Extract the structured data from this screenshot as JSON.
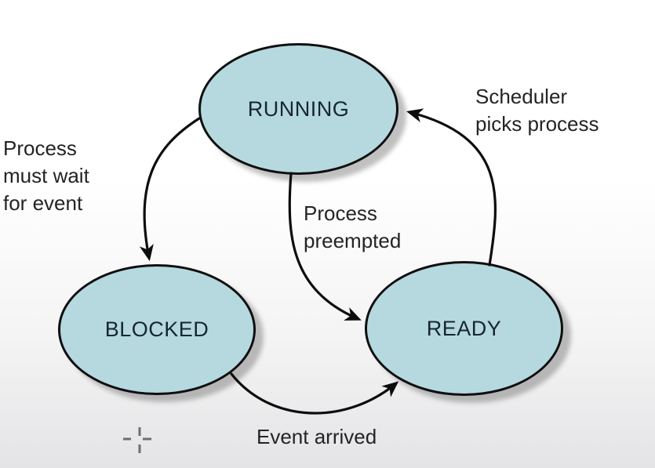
{
  "states": [
    {
      "id": "running",
      "label": "RUNNING"
    },
    {
      "id": "blocked",
      "label": "BLOCKED"
    },
    {
      "id": "ready",
      "label": "READY"
    }
  ],
  "transitions": [
    {
      "from": "RUNNING",
      "to": "BLOCKED",
      "lines": [
        "Process",
        "must wait",
        "for event"
      ]
    },
    {
      "from": "RUNNING",
      "to": "READY",
      "lines": [
        "Process",
        "preempted"
      ]
    },
    {
      "from": "READY",
      "to": "RUNNING",
      "lines": [
        "Scheduler",
        "picks process"
      ]
    },
    {
      "from": "BLOCKED",
      "to": "READY",
      "lines": [
        "Event arrived"
      ]
    }
  ],
  "icons": {
    "crosshair_cursor": "crosshair"
  },
  "colors": {
    "state_fill": "#b6d9e0",
    "state_border": "#0f0f0f",
    "state_text": "#17262e",
    "annotation_text": "#242424",
    "arrow": "#0d0d0d",
    "crosshair": "#6e6e6e",
    "background_top": "#ffffff",
    "background_bottom": "#e4e4e6"
  }
}
